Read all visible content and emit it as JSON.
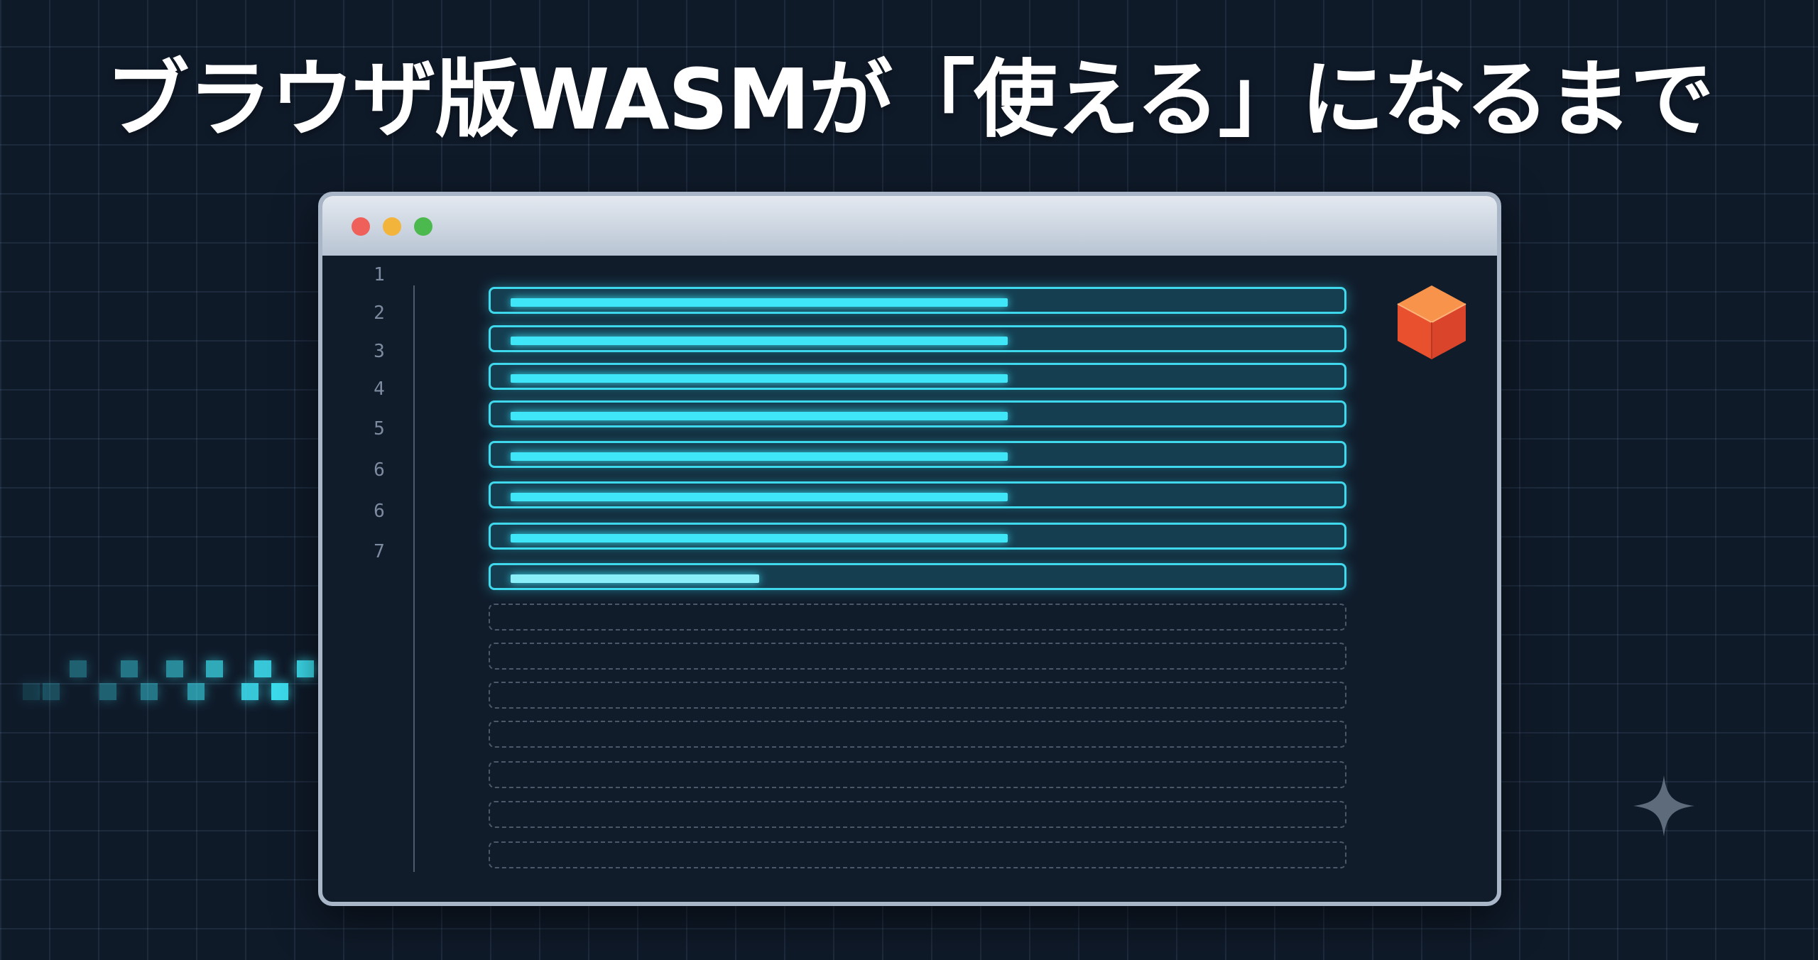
{
  "title": "ブラウザ版WASMが「使える」になるまで",
  "window": {
    "traffic_lights": [
      "#f0605a",
      "#f2b43b",
      "#4cb94f"
    ],
    "editor": {
      "line_numbers": [
        "1",
        "2",
        "3",
        "4",
        "5",
        "6",
        "6",
        "7"
      ],
      "loaded_rows": 8,
      "last_row_progress": 0.5,
      "empty_rows": 7
    },
    "icon": "wasm-cube-icon"
  },
  "colors": {
    "accent": "#3fe6f7",
    "cube": "#f06a36",
    "background": "#0f1a29"
  },
  "decor": [
    "pixel-stream",
    "sparkle-icon"
  ]
}
